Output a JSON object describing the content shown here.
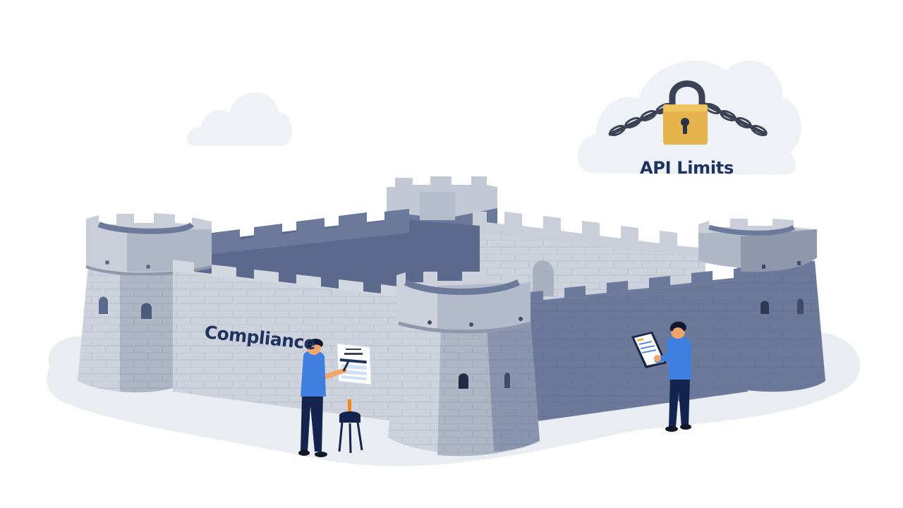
{
  "illustration": {
    "subject": "castle fortress with two workers",
    "cloud_badge": {
      "label": "API Limits",
      "icon": "padlock-with-chains-icon"
    },
    "wall_sign": {
      "label": "Compliance"
    },
    "left_worker": {
      "action": "posting notice on wall",
      "holding": "paper-notice"
    },
    "right_worker": {
      "action": "reading clipboard",
      "holding": "clipboard"
    },
    "stool": {
      "item": "stool with candle"
    },
    "small_cloud": {
      "icon": "cloud-icon"
    }
  },
  "colors": {
    "text_navy": "#1f3361",
    "stone_light": "#c9ced9",
    "stone_mid": "#a9b0c0",
    "stone_dark": "#69789a",
    "stone_shadow": "#5b6a8c",
    "shirt_blue": "#3f7fe0",
    "pants_navy": "#14244f",
    "skin": "#f0a56a",
    "lock_gold": "#e6b44c",
    "chain_dark": "#3b4256",
    "ground": "#e9ecf1",
    "cloud": "#eef1f6"
  }
}
